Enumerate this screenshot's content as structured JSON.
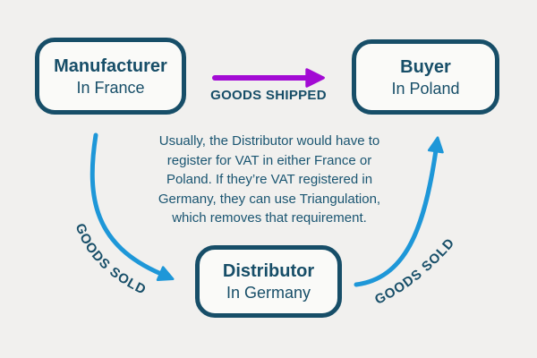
{
  "colors": {
    "background": "#f1f0ee",
    "ink": "#174e68",
    "blue": "#1e97d8",
    "purple": "#a30bd4",
    "node_fill": "#fafaf8"
  },
  "nodes": {
    "manufacturer": {
      "title": "Manufacturer",
      "subtitle": "In France"
    },
    "buyer": {
      "title": "Buyer",
      "subtitle": "In Poland"
    },
    "distributor": {
      "title": "Distributor",
      "subtitle": "In Germany"
    }
  },
  "edges": {
    "goods_shipped": {
      "label": "GOODS SHIPPED"
    },
    "goods_sold_left": {
      "label": "GOODS SOLD"
    },
    "goods_sold_right": {
      "label": "GOODS SOLD"
    }
  },
  "note": {
    "lines": [
      "Usually, the Distributor would have to",
      "register for VAT in either France or",
      "Poland. If they’re VAT registered in",
      "Germany, they can use Triangulation,",
      "which removes that requirement."
    ]
  }
}
